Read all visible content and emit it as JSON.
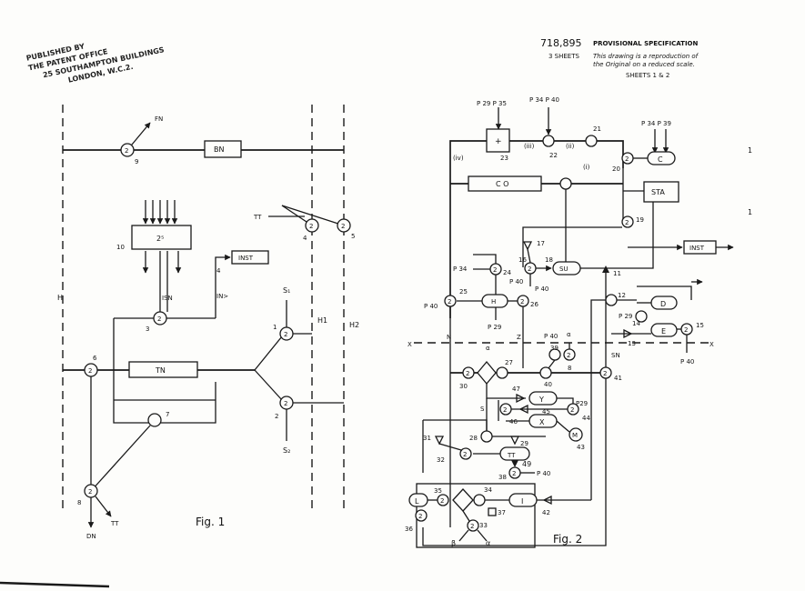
{
  "stamp": {
    "line1": "PUBLISHED BY",
    "line2": "THE PATENT OFFICE",
    "line3": "25 SOUTHAMPTON BUILDINGS",
    "line4": "LONDON, W.C.2."
  },
  "header": {
    "number": "718,895",
    "title": "PROVISIONAL SPECIFICATION",
    "sheets_count": "3 SHEETS",
    "note_line1": "This drawing is a reproduction of",
    "note_line2": "the Original on a reduced scale.",
    "sheets_shown": "SHEETS 1 & 2"
  },
  "fig1": {
    "caption": "Fig. 1",
    "boxes": {
      "bn": "BN",
      "tn": "TN",
      "inst": "INST",
      "block10": "2⁵"
    },
    "labels": {
      "fn": "FN",
      "n9": "9",
      "n10": "10",
      "tt_top": "TT",
      "n4": "4",
      "n5": "5",
      "isn": "ISN",
      "in": "IN>",
      "n4b": "4",
      "n3": "3",
      "s1": "S₁",
      "n1": "1",
      "h1": "H1",
      "h2": "H2",
      "h": "H",
      "n6": "6",
      "n7": "7",
      "n2": "2",
      "s2": "S₂",
      "n8": "8",
      "dn": "DN",
      "tt_bottom": "TT"
    },
    "node_digit": "2"
  },
  "fig2": {
    "caption": "Fig. 2",
    "boxes": {
      "plus": "+",
      "co": "C O",
      "sta": "STA",
      "c": "C",
      "inst": "INST",
      "su": "SU",
      "h": "H",
      "d": "D",
      "e": "E",
      "y": "Y",
      "x": "X",
      "m": "M",
      "tt": "TT",
      "i": "I",
      "l": "L"
    },
    "labels": {
      "p29_p35": "P 29  P 35",
      "p34_p40": "P 34  P 40",
      "p34_p39": "P 34  P 39",
      "n23": "23",
      "n22": "22",
      "n21": "21",
      "n20": "20",
      "iv": "(iv)",
      "iii": "(iii)",
      "ii": "(ii)",
      "i": "(i)",
      "n19": "19",
      "n17": "17",
      "n16": "16",
      "n18": "18",
      "n11": "11",
      "p34": "P 34",
      "n24": "24",
      "p40_a": "P 40",
      "p40_b": "P 40",
      "n25": "25",
      "n26": "26",
      "p40_c": "P 40",
      "p29_a": "P 29",
      "n12": "12",
      "p29_b": "P 29",
      "n14": "14",
      "n13": "13",
      "n15": "15",
      "p40_d": "P 40",
      "x_left": "X",
      "x_right": "X",
      "n_mark": "N",
      "z_mark": "Z",
      "sn": "SN",
      "a1": "α",
      "p40_e": "P 40",
      "a2": "α",
      "n39": "39",
      "n8": "8",
      "n27": "27",
      "n30": "30",
      "n40": "40",
      "n41": "41",
      "n47": "47",
      "n45": "45",
      "p29_c": "P29",
      "n44": "44",
      "n46": "46",
      "s_mark": "S",
      "n43": "43",
      "n31": "31",
      "n28": "28",
      "n29": "29",
      "n32": "32",
      "n49": "49",
      "n38": "38",
      "p40_f": "P 40",
      "n35": "35",
      "n34": "34",
      "n36": "36",
      "n33": "33",
      "n37": "37",
      "n42": "42",
      "beta": "β",
      "a3": "α"
    },
    "node_digit": "2"
  },
  "margin_marks": {
    "right_top": "1",
    "right_mid": "1"
  }
}
